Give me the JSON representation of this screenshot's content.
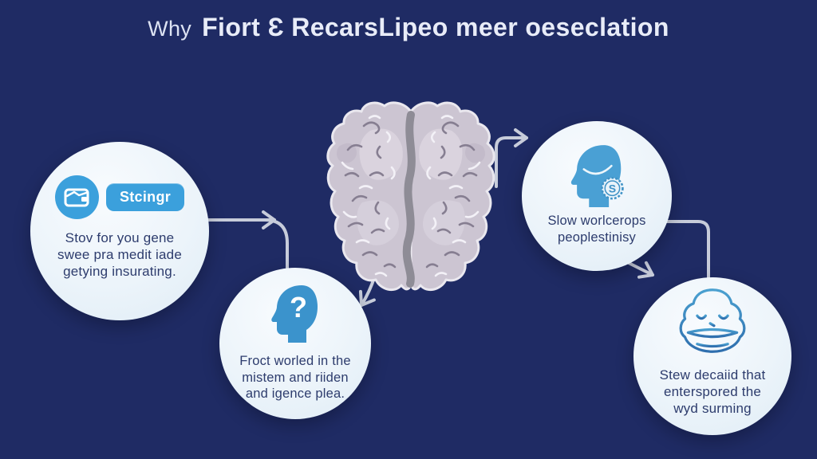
{
  "title": {
    "prefix": "Why",
    "main": "Fiort Ɛ RecarsLipeo meer oeseclation"
  },
  "bubbles": {
    "left": {
      "badge": "Stcingr",
      "lines": [
        "Stov for you gene",
        "swee pra medit iade",
        "getying insurating."
      ]
    },
    "bottom_middle": {
      "symbol": "?",
      "lines": [
        "Froct worled in the",
        "mistem and riiden",
        "and igence plea."
      ]
    },
    "top_right": {
      "symbol": "S",
      "lines": [
        "Slow worlcerops",
        "peoplestinisy"
      ]
    },
    "bottom_right": {
      "lines": [
        "Stew decaiid that",
        "enterspored the",
        "wyd surming"
      ]
    }
  },
  "icons": {
    "left": "wallet-icon",
    "bottom_middle": "head-question-icon",
    "top_right": "head-coin-icon",
    "bottom_right": "calm-face-icon",
    "center": "brain-top-view-illustration"
  },
  "colors": {
    "background": "#1f2b64",
    "bubble_fill": "#eaf3fa",
    "accent_blue": "#3ba0dc",
    "head_icon_blue": "#3b93cc",
    "face_outline_blue": "#3d89c2",
    "arrow_gray": "#c7ccda",
    "bubble_text": "#2d3c6d",
    "title_text": "#e8ecf8",
    "brain_base": "#ccc5d2",
    "brain_midline": "#8e8c96"
  }
}
